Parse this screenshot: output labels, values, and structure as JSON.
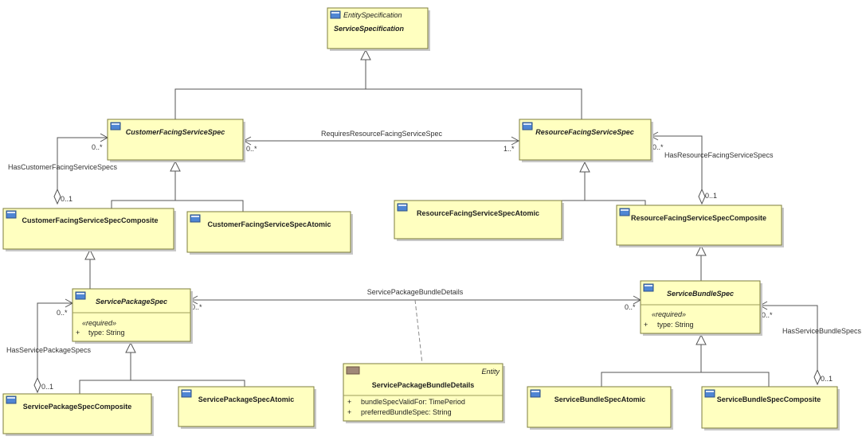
{
  "classes": {
    "service_spec": {
      "stereotype": "EntitySpecification",
      "name": "ServiceSpecification"
    },
    "cfs_spec": {
      "name": "CustomerFacingServiceSpec"
    },
    "rfs_spec": {
      "name": "ResourceFacingServiceSpec"
    },
    "cfs_composite": {
      "name": "CustomerFacingServiceSpecComposite"
    },
    "cfs_atomic": {
      "name": "CustomerFacingServiceSpecAtomic"
    },
    "rfs_atomic": {
      "name": "ResourceFacingServiceSpecAtomic"
    },
    "rfs_composite": {
      "name": "ResourceFacingServiceSpecComposite"
    },
    "package_spec": {
      "name": "ServicePackageSpec",
      "stereotype": "«required»",
      "attr_vis": "+",
      "attr": "type: String"
    },
    "bundle_spec": {
      "name": "ServiceBundleSpec",
      "stereotype": "«required»",
      "attr_vis": "+",
      "attr": "type: String"
    },
    "bundle_details": {
      "tag": "Entity",
      "name": "ServicePackageBundleDetails",
      "attrs": [
        {
          "vis": "+",
          "text": "bundleSpecValidFor: TimePeriod"
        },
        {
          "vis": "+",
          "text": "preferredBundleSpec: String"
        }
      ]
    },
    "package_composite": {
      "name": "ServicePackageSpecComposite"
    },
    "package_atomic": {
      "name": "ServicePackageSpecAtomic"
    },
    "bundle_atomic": {
      "name": "ServiceBundleSpecAtomic"
    },
    "bundle_composite": {
      "name": "ServiceBundleSpecComposite"
    }
  },
  "associations": {
    "requires_rfs": {
      "label": "RequiresResourceFacingServiceSpec",
      "mult_left": "0..*",
      "mult_right": "1..*"
    },
    "has_cfs": {
      "label": "HasCustomerFacingServiceSpecs",
      "mult_top": "0..*",
      "mult_bottom": "0..1"
    },
    "has_rfs": {
      "label": "HasResourceFacingServiceSpecs",
      "mult_top": "0..*",
      "mult_bottom": "0..1"
    },
    "package_bundle": {
      "label": "ServicePackageBundleDetails",
      "mult_left": "0..*",
      "mult_right": "0..*"
    },
    "has_package": {
      "label": "HasServicePackageSpecs",
      "mult_top": "0..*",
      "mult_bottom": "0..1"
    },
    "has_bundle": {
      "label": "HasServiceBundleSpecs",
      "mult_top": "0..*",
      "mult_bottom": "0..1"
    }
  }
}
